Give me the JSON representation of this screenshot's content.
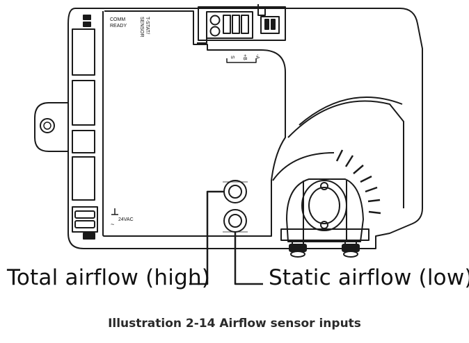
{
  "figure": {
    "labels": {
      "comm": "COMM",
      "ready": "READY",
      "tstat_1": "T-STAT/",
      "tstat_2": "SENSOR",
      "term_s": "S",
      "term_b": "+B",
      "term_a": "-A",
      "power": "24VAC"
    },
    "callouts": {
      "total_airflow": "Total airflow (high)",
      "static_airflow": "Static airflow (low)"
    },
    "caption": "Illustration 2-14 Airflow sensor inputs"
  }
}
